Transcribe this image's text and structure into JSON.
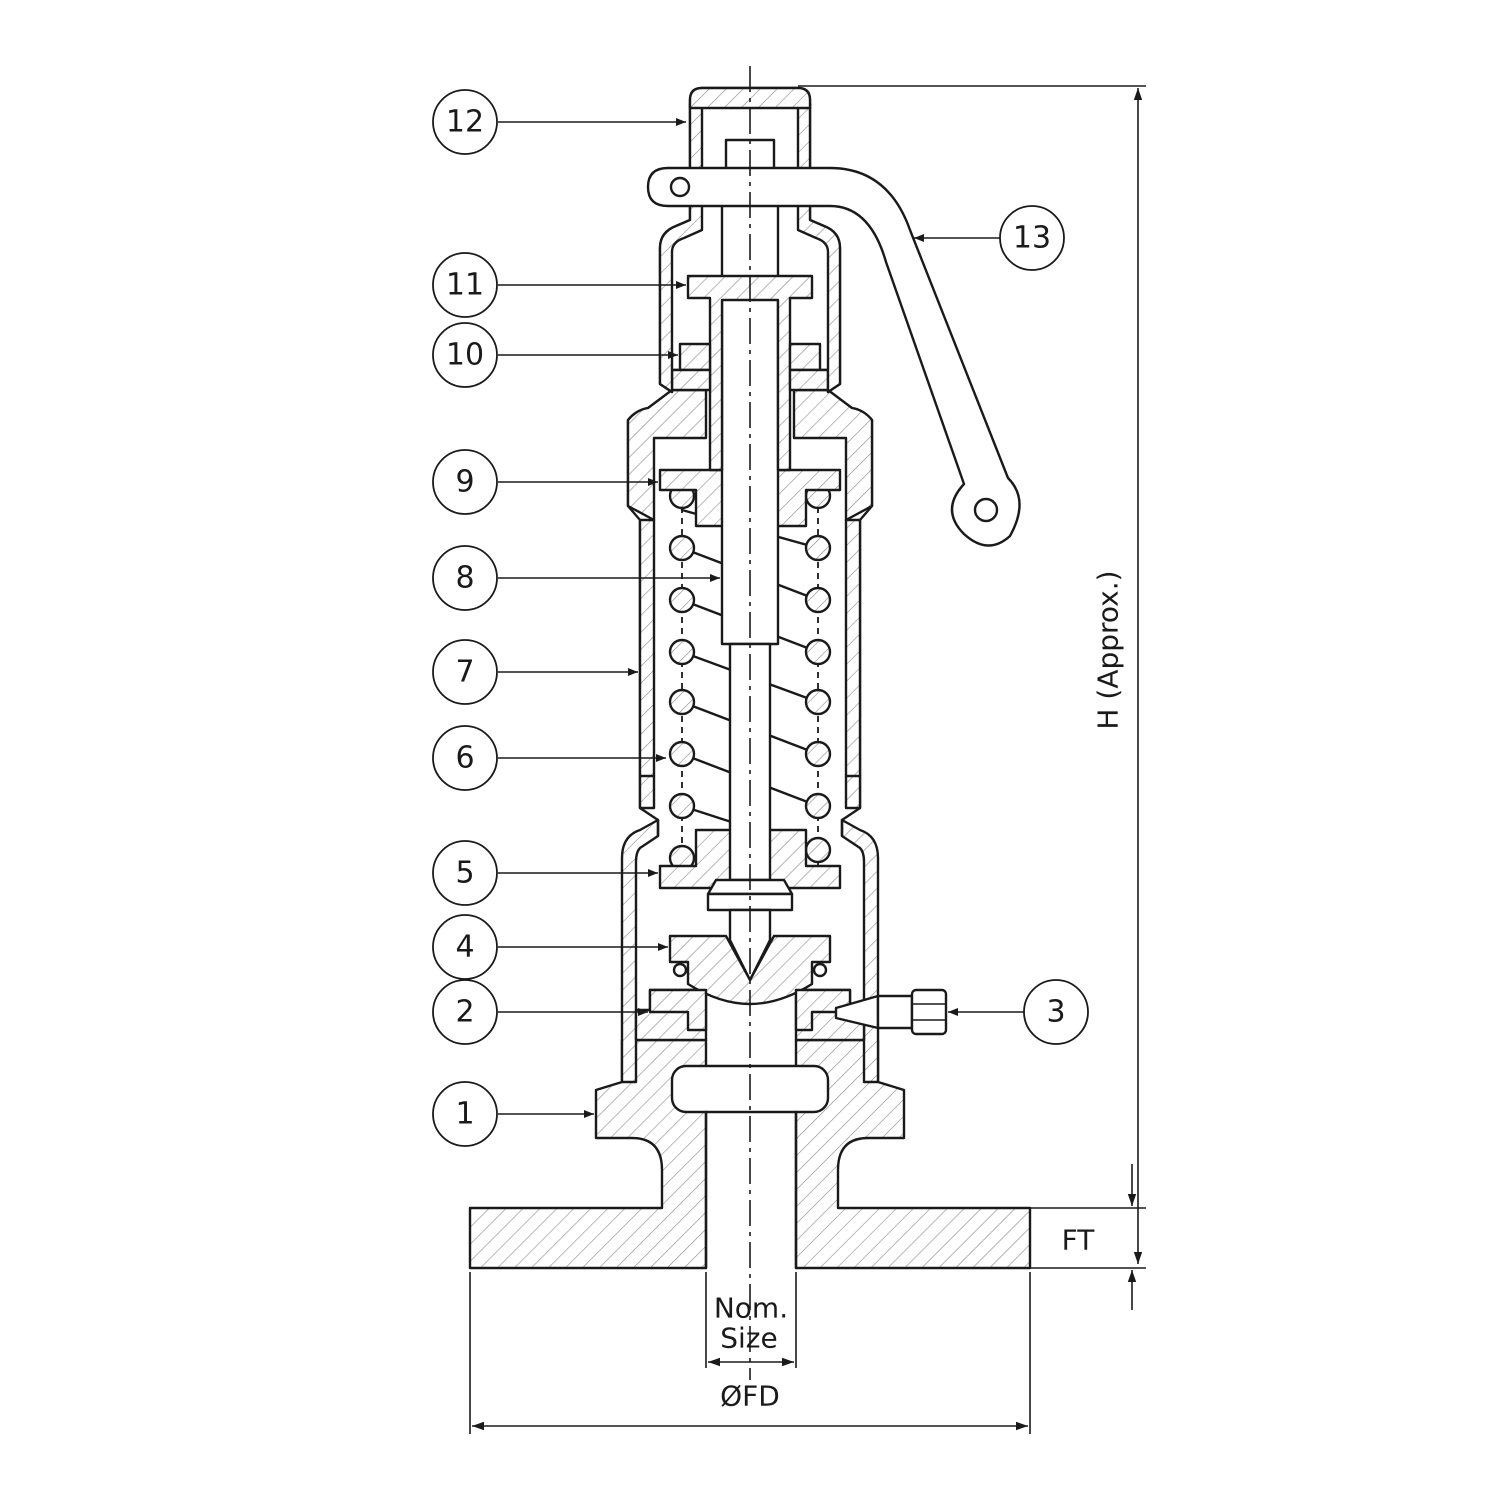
{
  "callouts": [
    {
      "id": "1",
      "label": "1"
    },
    {
      "id": "2",
      "label": "2"
    },
    {
      "id": "3",
      "label": "3"
    },
    {
      "id": "4",
      "label": "4"
    },
    {
      "id": "5",
      "label": "5"
    },
    {
      "id": "6",
      "label": "6"
    },
    {
      "id": "7",
      "label": "7"
    },
    {
      "id": "8",
      "label": "8"
    },
    {
      "id": "9",
      "label": "9"
    },
    {
      "id": "10",
      "label": "10"
    },
    {
      "id": "11",
      "label": "11"
    },
    {
      "id": "12",
      "label": "12"
    },
    {
      "id": "13",
      "label": "13"
    }
  ],
  "dimensions": {
    "height": "H (Approx.)",
    "flange_thickness": "FT",
    "nominal_size_line1": "Nom.",
    "nominal_size_line2": "Size",
    "flange_diameter": "ØFD"
  }
}
